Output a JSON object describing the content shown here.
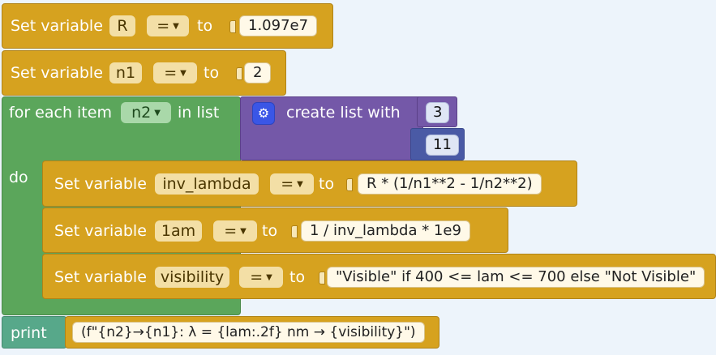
{
  "blocks": {
    "set_r": {
      "prefix": "Set variable",
      "var": "R",
      "op": "=",
      "to": "to",
      "value": "1.097e7"
    },
    "set_n1": {
      "prefix": "Set variable",
      "var": "n1",
      "op": "=",
      "to": "to",
      "value": "2"
    },
    "for_each": {
      "prefix": "for each item",
      "var": "n2",
      "in_list": "in list",
      "do": "do"
    },
    "create_list": {
      "label": "create list with",
      "items": [
        "3",
        "11"
      ]
    },
    "set_inv": {
      "prefix": "Set variable",
      "var": "inv_lambda",
      "op": "=",
      "to": "to",
      "value": "R * (1/n1**2 - 1/n2**2)"
    },
    "set_lam": {
      "prefix": "Set variable",
      "var": "1am",
      "op": "=",
      "to": "to",
      "value": "1 / inv_lambda * 1e9"
    },
    "set_vis": {
      "prefix": "Set variable",
      "var": "visibility",
      "op": "=",
      "to": "to",
      "value": "\"Visible\" if 400 <= lam <= 700 else \"Not Visible\""
    },
    "print": {
      "label": "print",
      "value": "(f\"{n2}→{n1}: λ = {lam:.2f} nm → {visibility}\")"
    }
  },
  "icons": {
    "dropdown": "dropdown-arrow-icon",
    "gear": "gear-icon"
  },
  "colors": {
    "variables": "#d6a21f",
    "loops": "#5ba65b",
    "lists": "#7458a8",
    "text": "#57a88a",
    "math": "#4a5aa5",
    "workspace": "#edf4fb"
  }
}
